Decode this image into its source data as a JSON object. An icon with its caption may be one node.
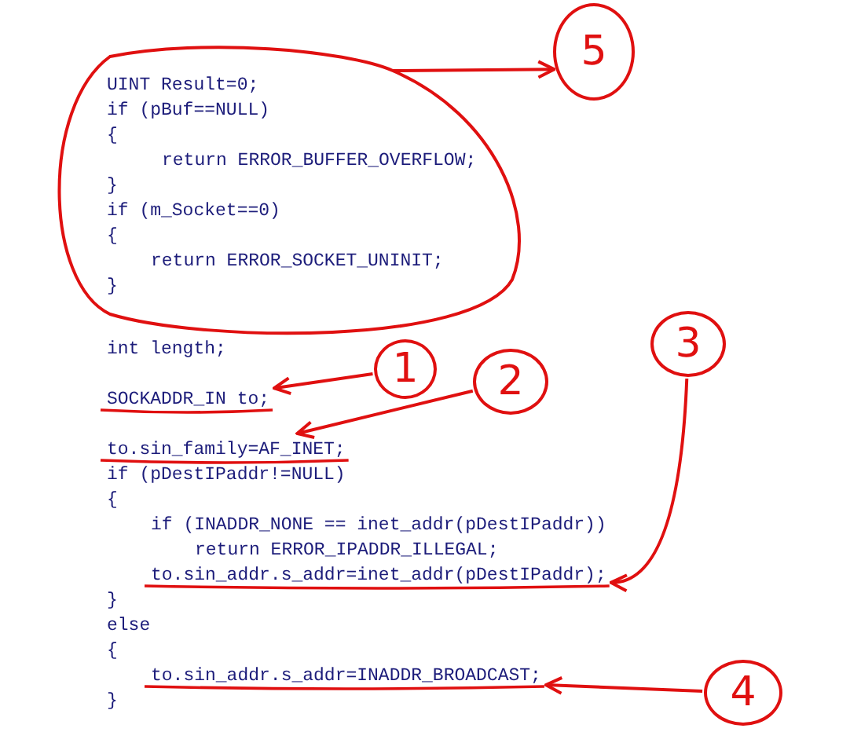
{
  "diagram": {
    "nodes": [
      {
        "text": [
          "UINT Result=0;",
          "if (pBuf==NULL)",
          "{",
          "return ERROR_BUFFER_OVERFLOW;",
          "}",
          "if (m_Socket==0)",
          "{",
          "return ERROR_SOCKET_UNINIT;",
          "}"
        ]
      },
      {
        "text": [
          "5"
        ]
      },
      {
        "text": [
          "SOCKADDR_IN to;"
        ]
      },
      {
        "text": [
          "1"
        ]
      },
      {
        "text": [
          "to.sin_family=AF_INET;"
        ]
      },
      {
        "text": [
          "2"
        ]
      },
      {
        "text": [
          "to.sin_addr.s_addr=inet_addr(pDestIPaddr);"
        ]
      },
      {
        "text": [
          "3"
        ]
      },
      {
        "text": [
          "to.sin_addr.s_addr=INADDR_BROADCAST;"
        ]
      },
      {
        "text": [
          "4"
        ]
      }
    ],
    "edges": [
      {
        "from": 0,
        "to": 1,
        "arrow": "to"
      },
      {
        "from": 3,
        "to": 2,
        "arrow": "to"
      },
      {
        "from": 5,
        "to": 4,
        "arrow": "to"
      },
      {
        "from": 7,
        "to": 6,
        "arrow": "to"
      },
      {
        "from": 9,
        "to": 8,
        "arrow": "to"
      }
    ],
    "labels": [
      "int length;",
      "if (pDestIPaddr!=NULL)",
      "{",
      "if (INADDR_NONE == inet_addr(pDestIPaddr))",
      "return ERROR_IPADDR_ILLEGAL;",
      "}",
      "else",
      "{",
      "}"
    ]
  }
}
